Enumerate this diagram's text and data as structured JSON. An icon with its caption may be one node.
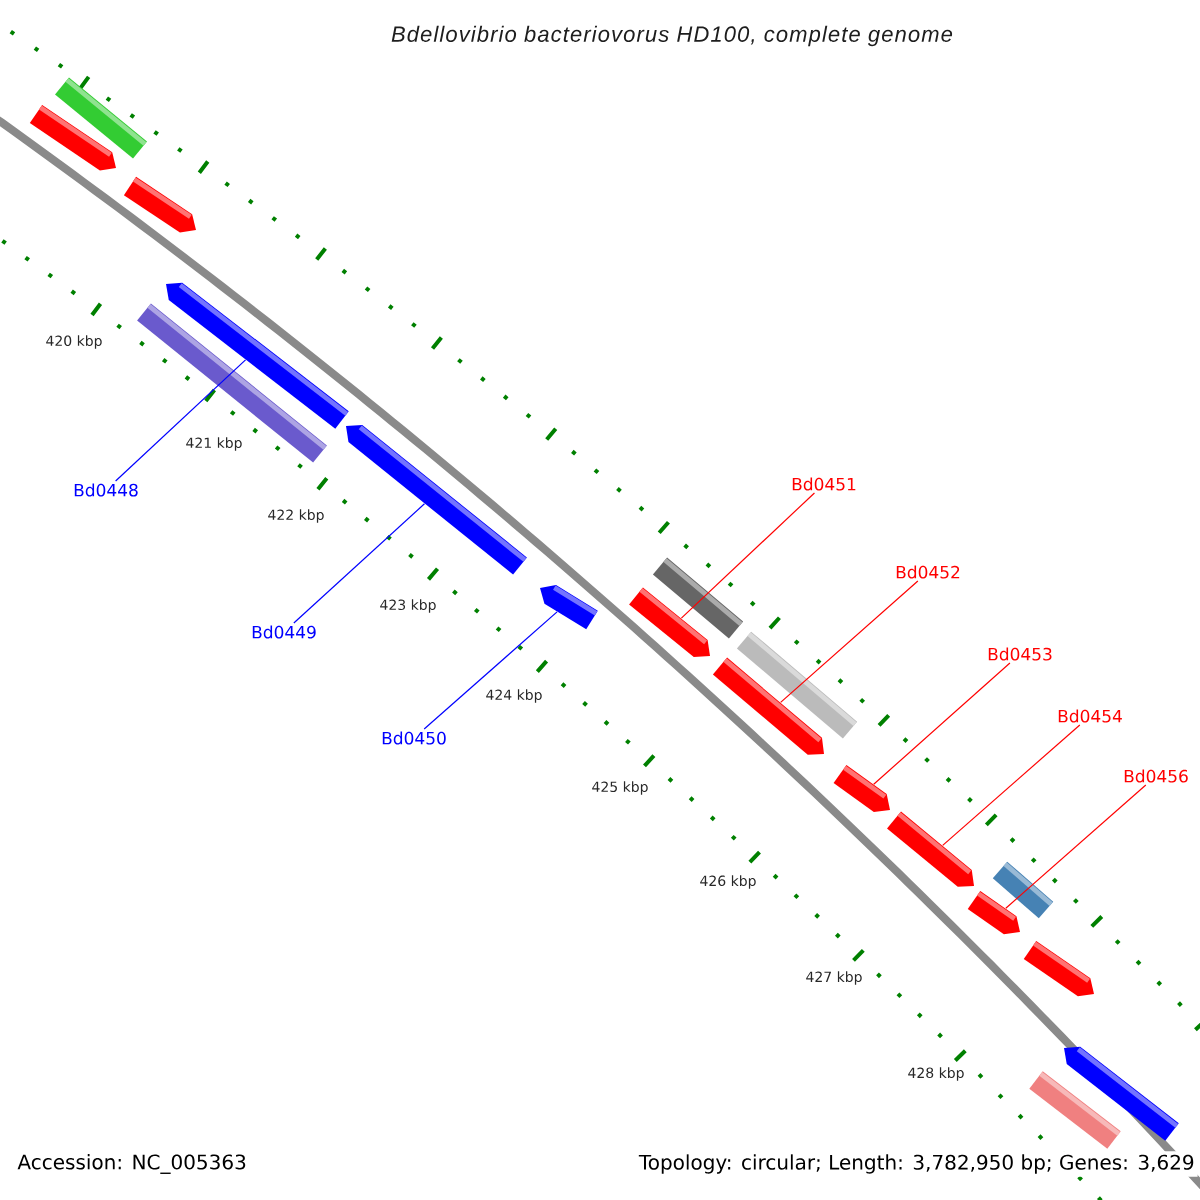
{
  "diagram": {
    "title": "Bdellovibrio bacteriovorus HD100, complete genome",
    "nodes": [
      {
        "text": [
          "Bd0448"
        ]
      },
      {
        "text": [
          "Bd0449"
        ]
      },
      {
        "text": [
          "Bd0450"
        ]
      },
      {
        "text": [
          "Bd0451"
        ]
      },
      {
        "text": [
          "Bd0452"
        ]
      },
      {
        "text": [
          "Bd0453"
        ]
      },
      {
        "text": [
          "Bd0454"
        ]
      },
      {
        "text": [
          "Bd0456"
        ]
      },
      {
        "text": [],
        "shape": "bar"
      },
      {
        "text": [],
        "shape": "arrow"
      },
      {
        "text": [],
        "shape": "arrow"
      },
      {
        "text": [],
        "shape": "arrow"
      },
      {
        "text": [],
        "shape": "bar"
      },
      {
        "text": [],
        "shape": "arrow"
      },
      {
        "text": [],
        "shape": "arrow"
      },
      {
        "text": [],
        "shape": "bar"
      },
      {
        "text": [],
        "shape": "arrow"
      },
      {
        "text": [],
        "shape": "bar"
      },
      {
        "text": [],
        "shape": "arrow"
      },
      {
        "text": [],
        "shape": "arrow"
      },
      {
        "text": [],
        "shape": "arrow"
      },
      {
        "text": [],
        "shape": "arrow"
      },
      {
        "text": [],
        "shape": "bar"
      },
      {
        "text": [],
        "shape": "arrow"
      },
      {
        "text": [],
        "shape": "arrow"
      },
      {
        "text": [],
        "shape": "bar"
      }
    ],
    "edges": [
      {
        "from": 0,
        "to": 11,
        "arrow": "none",
        "color": "#0000ff"
      },
      {
        "from": 1,
        "to": 13,
        "arrow": "none",
        "color": "#0000ff"
      },
      {
        "from": 2,
        "to": 14,
        "arrow": "none",
        "color": "#0000ff"
      },
      {
        "from": 3,
        "to": 16,
        "arrow": "none"
      },
      {
        "from": 4,
        "to": 18,
        "arrow": "none"
      },
      {
        "from": 5,
        "to": 19,
        "arrow": "none"
      },
      {
        "from": 6,
        "to": 20,
        "arrow": "none"
      },
      {
        "from": 7,
        "to": 21,
        "arrow": "none"
      }
    ],
    "labels": [
      "420 kbp",
      "421 kbp",
      "422 kbp",
      "423 kbp",
      "424 kbp",
      "425 kbp",
      "426 kbp",
      "427 kbp",
      "428 kbp",
      "Accession: NC_005363",
      "Topology: circular; Length: 3,782,950 bp; Genes: 3,629"
    ]
  }
}
